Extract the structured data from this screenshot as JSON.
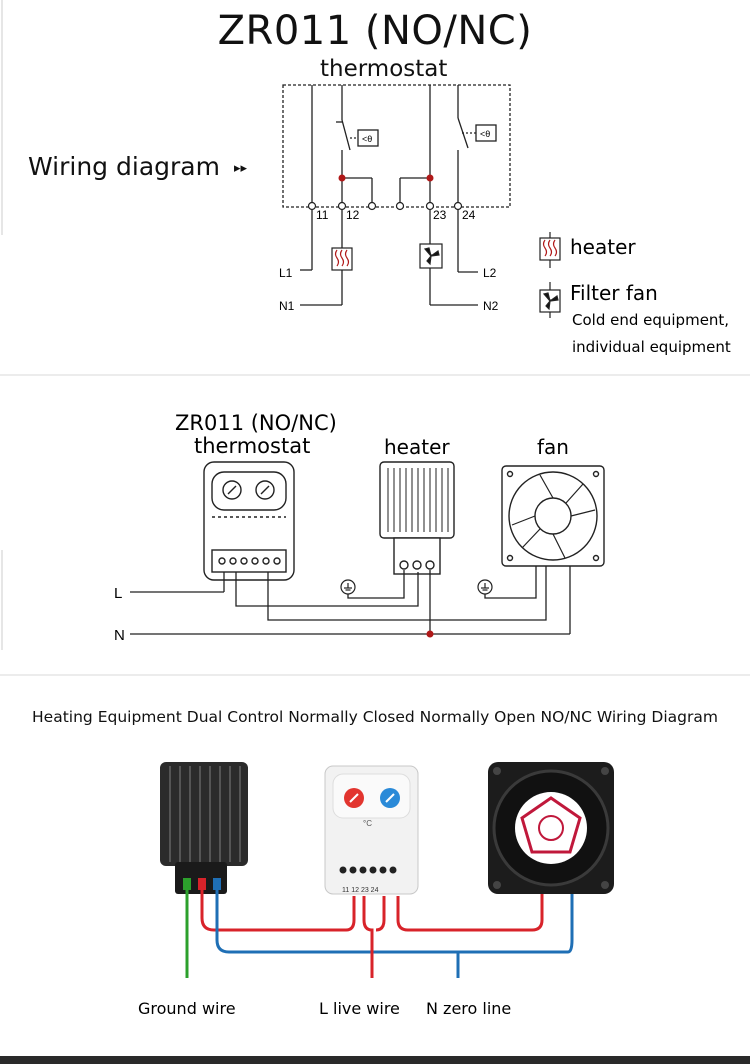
{
  "section1": {
    "title": "ZR011 (NO/NC)",
    "thermostat_label": "thermostat",
    "wiring_label": "Wiring diagram",
    "arrows": "▸▸",
    "terminals": [
      "11",
      "12",
      "23",
      "24"
    ],
    "lines": [
      "L1",
      "N1",
      "L2",
      "N2"
    ],
    "legend": {
      "heater": "heater",
      "fan": "Filter fan",
      "fan_note1": "Cold end equipment,",
      "fan_note2": "individual equipment"
    }
  },
  "section2": {
    "thermostat_line1": "ZR011 (NO/NC)",
    "thermostat_line2": "thermostat",
    "heater": "heater",
    "fan": "fan",
    "L": "L",
    "N": "N"
  },
  "section3": {
    "title": "Heating Equipment Dual Control Normally Closed Normally Open NO/NC Wiring Diagram",
    "thermostat_terminals": "11 12    23 24",
    "celsius": "°C",
    "ground": "Ground wire",
    "live": "L live wire",
    "neutral": "N zero line"
  },
  "colors": {
    "wire_red": "#d8232a",
    "wire_blue": "#1f6fb5",
    "wire_green": "#2ca02c",
    "node": "#b01818"
  }
}
